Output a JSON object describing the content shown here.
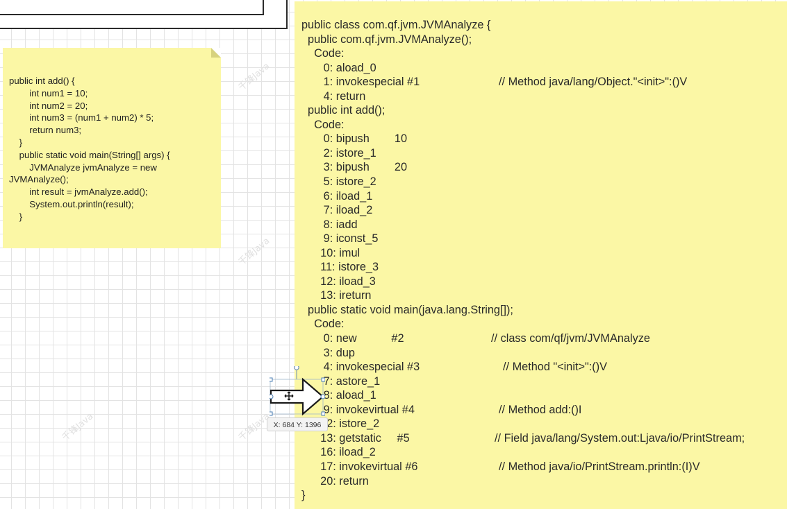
{
  "watermark_text": "千锋Java",
  "left_note": {
    "lines": [
      "public int add() {",
      "        int num1 = 10;",
      "        int num2 = 20;",
      "        int num3 = (num1 + num2) * 5;",
      "        return num3;",
      "    }",
      "    public static void main(String[] args) {",
      "        JVMAnalyze jvmAnalyze = new",
      "JVMAnalyze();",
      "        int result = jvmAnalyze.add();",
      "        System.out.println(result);",
      "    }"
    ]
  },
  "right_note": {
    "lines": [
      {
        "text": "public class com.qf.jvm.JVMAnalyze {",
        "comment": ""
      },
      {
        "text": "  public com.qf.jvm.JVMAnalyze();",
        "comment": ""
      },
      {
        "text": "    Code:",
        "comment": ""
      },
      {
        "text": "       0: aload_0",
        "comment": ""
      },
      {
        "text": "       1: invokespecial #1",
        "comment": "// Method java/lang/Object.\"<init>\":()V"
      },
      {
        "text": "       4: return",
        "comment": ""
      },
      {
        "text": "  public int add();",
        "comment": ""
      },
      {
        "text": "    Code:",
        "comment": ""
      },
      {
        "text": "       0: bipush        10",
        "comment": ""
      },
      {
        "text": "       2: istore_1",
        "comment": ""
      },
      {
        "text": "       3: bipush        20",
        "comment": ""
      },
      {
        "text": "       5: istore_2",
        "comment": ""
      },
      {
        "text": "       6: iload_1",
        "comment": ""
      },
      {
        "text": "       7: iload_2",
        "comment": ""
      },
      {
        "text": "       8: iadd",
        "comment": ""
      },
      {
        "text": "       9: iconst_5",
        "comment": ""
      },
      {
        "text": "      10: imul",
        "comment": ""
      },
      {
        "text": "      11: istore_3",
        "comment": ""
      },
      {
        "text": "      12: iload_3",
        "comment": ""
      },
      {
        "text": "      13: ireturn",
        "comment": ""
      },
      {
        "text": "  public static void main(java.lang.String[]);",
        "comment": ""
      },
      {
        "text": "    Code:",
        "comment": ""
      },
      {
        "text": "       0: new           #2",
        "comment": "// class com/qf/jvm/JVMAnalyze"
      },
      {
        "text": "       3: dup",
        "comment": ""
      },
      {
        "text": "       4: invokespecial #3",
        "comment": "// Method \"<init>\":()V"
      },
      {
        "text": "       7: astore_1",
        "comment": ""
      },
      {
        "text": "       8: aload_1",
        "comment": ""
      },
      {
        "text": "       9: invokevirtual #4",
        "comment": "// Method add:()I"
      },
      {
        "text": "      12: istore_2",
        "comment": ""
      },
      {
        "text": "      13: getstatic     #5",
        "comment": "// Field java/lang/System.out:Ljava/io/PrintStream;"
      },
      {
        "text": "      16: iload_2",
        "comment": ""
      },
      {
        "text": "      17: invokevirtual #6",
        "comment": "// Method java/io/PrintStream.println:(I)V"
      },
      {
        "text": "      20: return",
        "comment": ""
      },
      {
        "text": "}",
        "comment": ""
      }
    ]
  },
  "arrow_shape": {
    "selected": true,
    "tooltip": "X: 684  Y: 1396"
  }
}
